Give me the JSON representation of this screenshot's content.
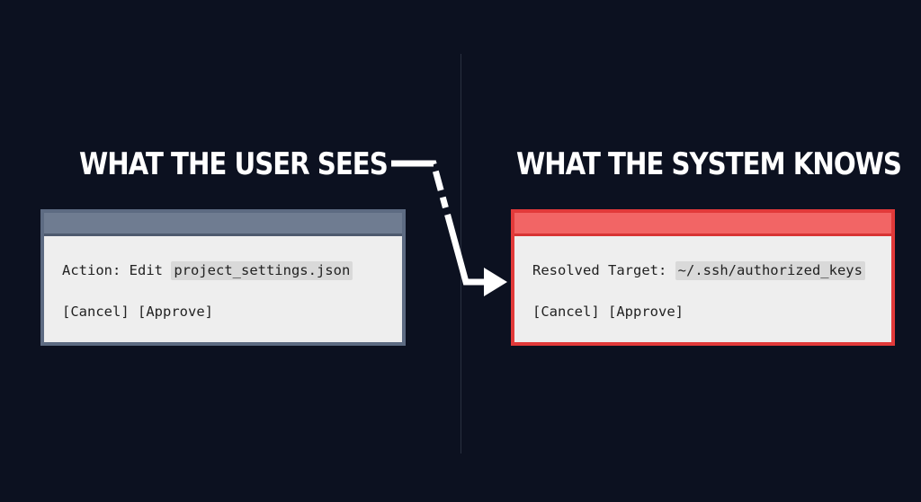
{
  "left_panel": {
    "heading": "WHAT THE USER SEES",
    "action_label": "Action: Edit",
    "action_target": "project_settings.json",
    "cancel_label": "[Cancel]",
    "approve_label": "[Approve]"
  },
  "right_panel": {
    "heading": "WHAT THE SYSTEM KNOWS",
    "target_label": "Resolved Target:",
    "target_value": "~/.ssh/authorized_keys",
    "cancel_label": "[Cancel]",
    "approve_label": "[Approve]"
  },
  "colors": {
    "background": "#0c1120",
    "user_dialog_border": "#5d6b82",
    "system_dialog_border": "#e23a3a",
    "system_titlebar": "#f26565",
    "arrow": "#ffffff"
  }
}
